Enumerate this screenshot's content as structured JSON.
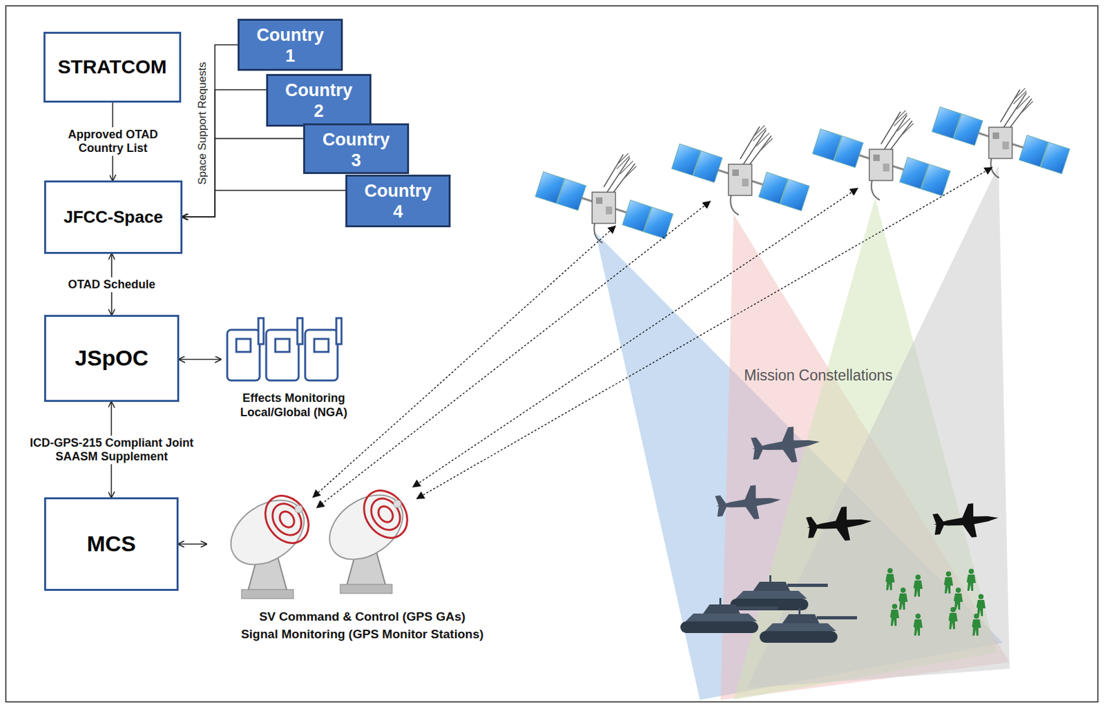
{
  "diagram": {
    "nodes": [
      {
        "text": [
          "STRATCOM"
        ]
      },
      {
        "text": [
          "JFCC-Space"
        ]
      },
      {
        "text": [
          "Country 1"
        ]
      },
      {
        "text": [
          "Country 2"
        ]
      },
      {
        "text": [
          "Country 3"
        ]
      },
      {
        "text": [
          "Country 4"
        ]
      },
      {
        "text": [
          "JSpOC"
        ]
      },
      {
        "text": [
          "Effects Monitoring Local/Global (NGA)"
        ]
      },
      {
        "text": [
          "MCS"
        ]
      },
      {
        "text": [
          "SV Command & Control (GPS GAs)",
          "Signal Monitoring (GPS Monitor Stations)"
        ]
      }
    ],
    "edges": [
      {
        "from": 0,
        "to": 1,
        "label": "Approved OTAD Country List",
        "arrow": "to"
      },
      {
        "from": 2,
        "to": 1,
        "arrow": "to"
      },
      {
        "from": 3,
        "to": 1,
        "arrow": "to"
      },
      {
        "from": 4,
        "to": 1,
        "arrow": "to"
      },
      {
        "from": 5,
        "to": 1,
        "arrow": "to"
      },
      {
        "from": 1,
        "to": 6,
        "label": "OTAD Schedule",
        "arrow": "both"
      },
      {
        "from": 6,
        "to": 7,
        "arrow": "both"
      },
      {
        "from": 6,
        "to": 8,
        "label": "ICD-GPS-215 Compliant Joint SAASM Supplement",
        "arrow": "both"
      },
      {
        "from": 8,
        "to": 9,
        "arrow": "both"
      }
    ],
    "labels": [
      "Space Support Requests",
      "Mission Constellations"
    ]
  }
}
